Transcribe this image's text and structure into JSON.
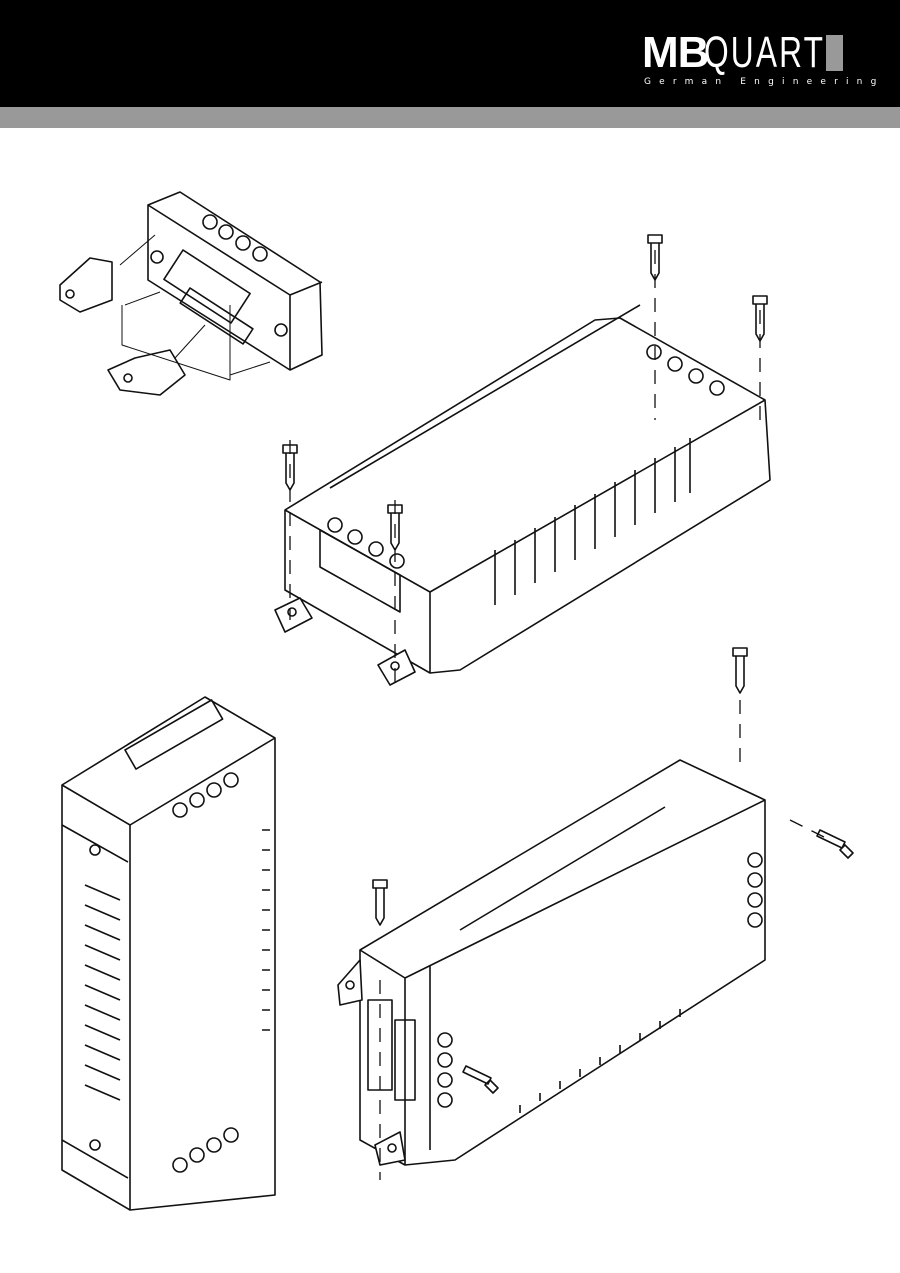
{
  "header": {
    "brand": "MB QUART",
    "brand_bold": "MB",
    "brand_light": "QUART",
    "tagline": "German Engineering"
  },
  "colors": {
    "header_bg": "#000000",
    "band": "#999999",
    "line": "#111111"
  },
  "illustrations": [
    {
      "name": "mounting-bracket-attachment"
    },
    {
      "name": "horizontal-mounting-screws"
    },
    {
      "name": "vertical-orientation"
    },
    {
      "name": "side-mounting-screws"
    }
  ]
}
